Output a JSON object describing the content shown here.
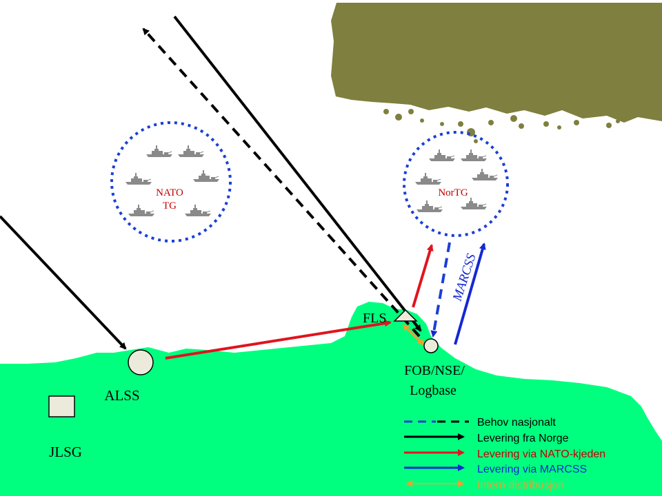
{
  "labels": {
    "nato_tg_line1": "NATO",
    "nato_tg_line2": "TG",
    "nor_tg": "NorTG",
    "marcss": "MARCSS",
    "fls": "FLS",
    "fob_line1": "FOB/NSE/",
    "fob_line2": "Logbase",
    "alss": "ALSS",
    "jlsg": "JLSG"
  },
  "legend": [
    {
      "label": "Behov nasjonalt",
      "style": "dashed",
      "colors": [
        "#1a3fd6",
        "#000000"
      ],
      "text_color": "#000000"
    },
    {
      "label": "Levering fra Norge",
      "style": "solid",
      "colors": [
        "#000000"
      ],
      "text_color": "#000000"
    },
    {
      "label": "Levering via NATO-kjeden",
      "style": "solid",
      "colors": [
        "#e0141e"
      ],
      "text_color": "#c00000"
    },
    {
      "label": "Levering via MARCSS",
      "style": "solid",
      "colors": [
        "#1428d2"
      ],
      "text_color": "#1428d2"
    },
    {
      "label": "Intern distribusjon",
      "style": "double-arrow",
      "colors": [
        "#f0a030"
      ],
      "text_color": "#f0a030"
    }
  ],
  "colors": {
    "land": "#00ff7f",
    "enemy_land": "#7f7f3f",
    "nato_text": "#c00000",
    "nortg_text": "#c00000",
    "marcss_text": "#1428d2",
    "ring": "#1a3fd6",
    "ship": "#8a8a8a",
    "node_fill": "#ecebdb"
  },
  "icons": [
    "warship-icon"
  ]
}
